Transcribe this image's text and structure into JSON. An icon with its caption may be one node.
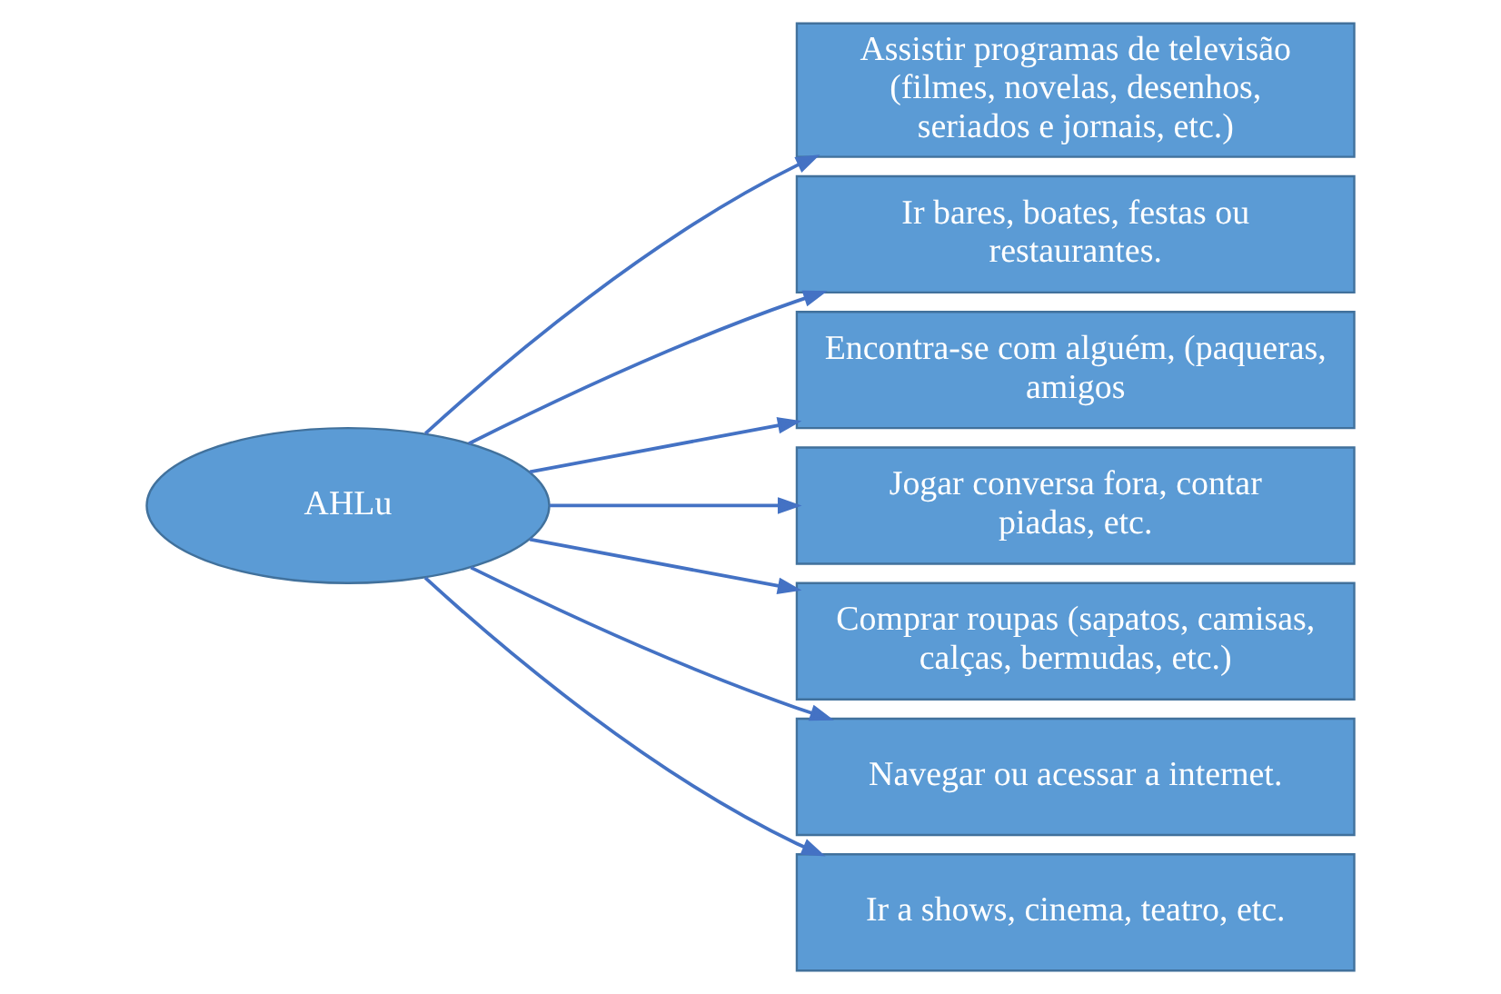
{
  "diagram": {
    "nodes": [
      {
        "text": [
          "AHLu"
        ]
      },
      {
        "text": [
          "Assistir programas de televisão (filmes, novelas, desenhos, seriados e jornais, etc.)"
        ]
      },
      {
        "text": [
          "Ir bares, boates, festas ou restaurantes."
        ]
      },
      {
        "text": [
          "Encontra-se com alguém, (paqueras, amigos"
        ]
      },
      {
        "text": [
          "Jogar conversa fora, contar piadas, etc."
        ]
      },
      {
        "text": [
          "Comprar roupas (sapatos, camisas, calças, bermudas, etc.)"
        ]
      },
      {
        "text": [
          "Navegar ou acessar a internet."
        ]
      },
      {
        "text": [
          "Ir a shows, cinema, teatro, etc."
        ]
      }
    ],
    "edges": [
      {
        "from": 0,
        "to": 1,
        "arrow": "to"
      },
      {
        "from": 0,
        "to": 2,
        "arrow": "to"
      },
      {
        "from": 0,
        "to": 3,
        "arrow": "to"
      },
      {
        "from": 0,
        "to": 4,
        "arrow": "to"
      },
      {
        "from": 0,
        "to": 5,
        "arrow": "to"
      },
      {
        "from": 0,
        "to": 6,
        "arrow": "to"
      },
      {
        "from": 0,
        "to": 7,
        "arrow": "to"
      }
    ]
  }
}
